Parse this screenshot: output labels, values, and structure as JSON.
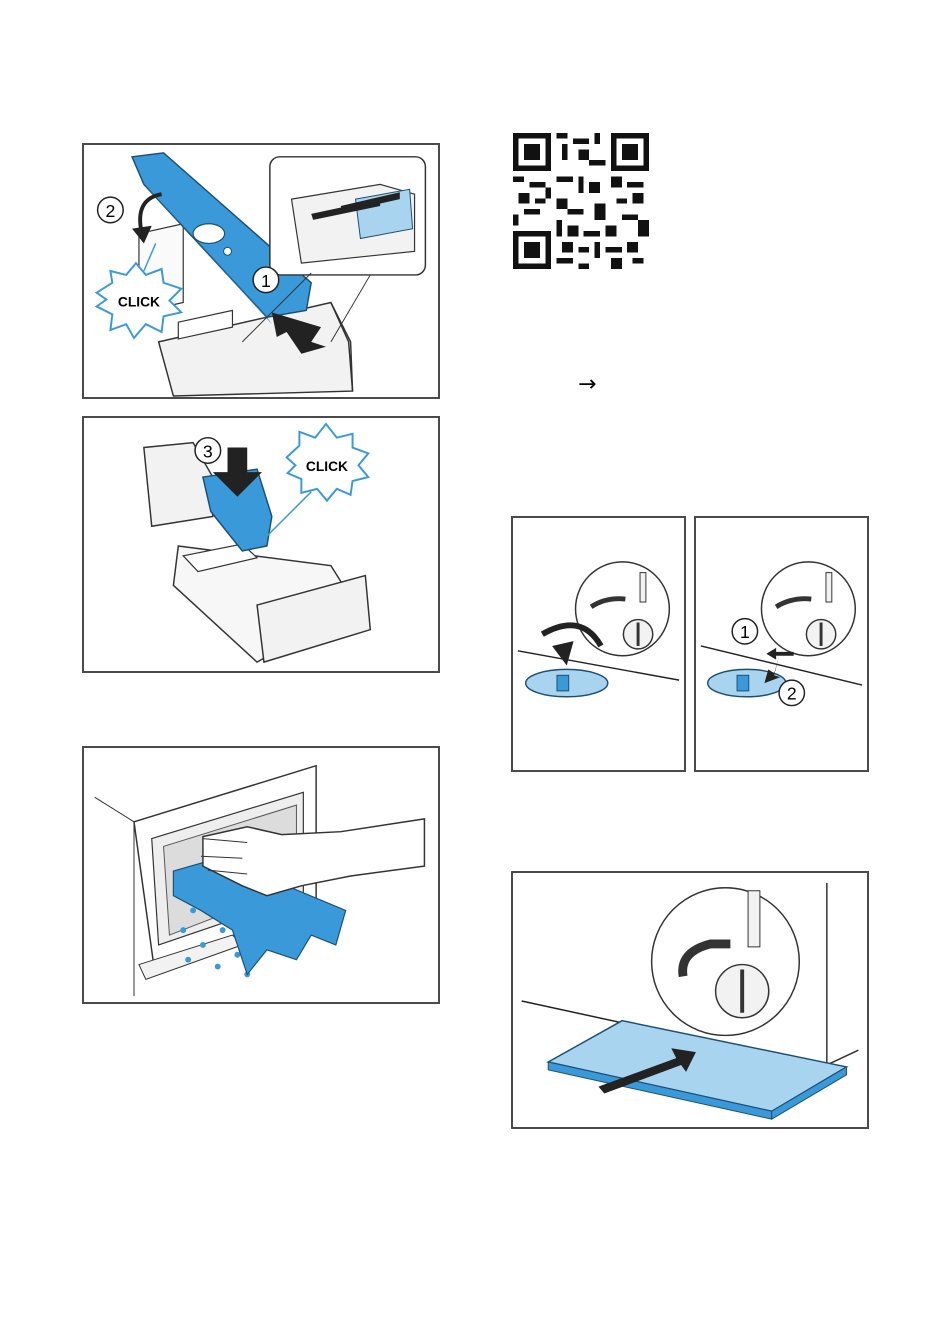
{
  "figures": {
    "dispenser_insert": {
      "click_label": "CLICK",
      "step_one": "1",
      "step_two": "2"
    },
    "dispenser_press": {
      "click_label": "CLICK",
      "step_three": "3"
    },
    "pump_cover_open": {
      "step_one": "1",
      "step_two": "2"
    }
  },
  "arrow_text": "→",
  "colors": {
    "accent_blue": "#3a9ad9",
    "light_blue": "#a8d4ef",
    "outline": "#4a4a4a"
  }
}
